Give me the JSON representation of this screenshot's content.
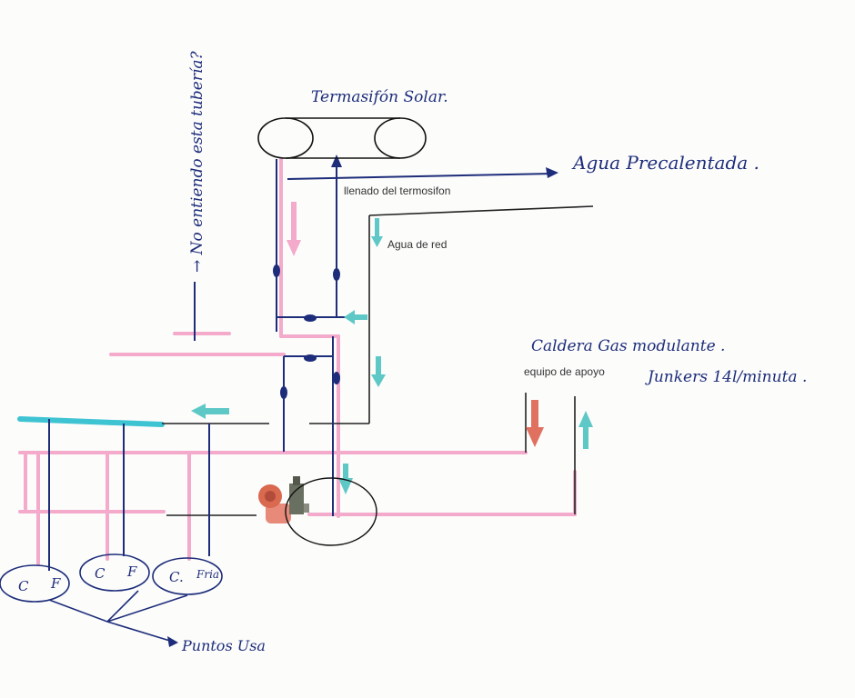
{
  "labels": {
    "termosifon": "Termasifón Solar.",
    "agua_precalentada": "Agua Precalentada .",
    "llenado": "llenado del termosifon",
    "agua_red": "Agua de red",
    "caldera": "Caldera Gas modulante .",
    "equipo_apoyo": "equipo de apoyo",
    "junkers": "Junkers 14l/minuta .",
    "no_entiendo": "→ No entiendo esta tubería?",
    "puntos_uso": "Puntos Usa",
    "c1": "C",
    "f1": "F",
    "c2": "C",
    "f2": "F",
    "c3": "C.",
    "f3": "Fria"
  },
  "colors": {
    "ink": "#1d2d7a",
    "hot": "#f2a6c6",
    "cold": "#5ec8c6",
    "pump": "#d9694f",
    "boiler_arrow": "#e07060"
  }
}
